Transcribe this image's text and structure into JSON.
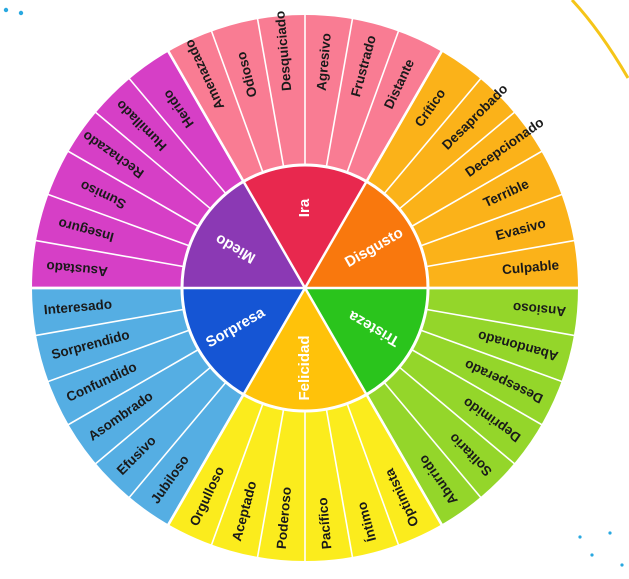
{
  "wheel": {
    "sectors": [
      {
        "name": "Ira",
        "core_color": "#e8284e",
        "ring_color": "#f97c93",
        "emotions": [
          "Amenazado",
          "Odioso",
          "Desquiciado",
          "Agresivo",
          "Frustrado",
          "Distante"
        ]
      },
      {
        "name": "Disgusto",
        "core_color": "#f9780d",
        "ring_color": "#fbb219",
        "emotions": [
          "Crítico",
          "Desaprobado",
          "Decepcionado",
          "Terrible",
          "Evasivo",
          "Culpable"
        ]
      },
      {
        "name": "Tristeza",
        "core_color": "#2ac41c",
        "ring_color": "#94d62a",
        "emotions": [
          "Ansioso",
          "Abandonado",
          "Desesperado",
          "Deprimido",
          "Solitario",
          "Aburrido"
        ]
      },
      {
        "name": "Felicidad",
        "core_color": "#ffc20a",
        "ring_color": "#fbec1d",
        "emotions": [
          "Optimista",
          "Íntimo",
          "Pacífico",
          "Poderoso",
          "Aceptado",
          "Orgulloso"
        ]
      },
      {
        "name": "Sorpresa",
        "core_color": "#1555d4",
        "ring_color": "#55aee3",
        "emotions": [
          "Jubiloso",
          "Efusivo",
          "Asombrado",
          "Confundido",
          "Sorprendido",
          "Interesado"
        ]
      },
      {
        "name": "Miedo",
        "core_color": "#8b39b4",
        "ring_color": "#d63fc6",
        "emotions": [
          "Asustado",
          "Inseguro",
          "Sumiso",
          "Rechazado",
          "Humillado",
          "Herido"
        ]
      }
    ]
  }
}
